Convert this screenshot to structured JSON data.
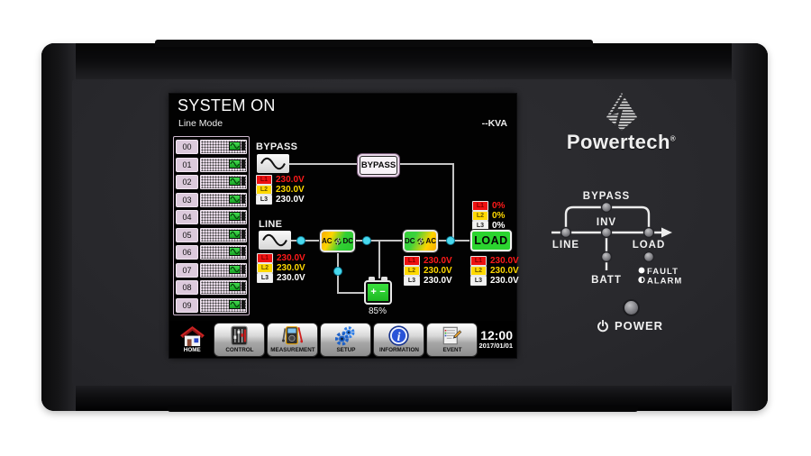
{
  "screen": {
    "title": "SYSTEM ON",
    "mode": "Line Mode",
    "kva": "--KVA",
    "modules": [
      {
        "id": "00"
      },
      {
        "id": "01"
      },
      {
        "id": "02"
      },
      {
        "id": "03"
      },
      {
        "id": "04"
      },
      {
        "id": "05"
      },
      {
        "id": "06"
      },
      {
        "id": "07"
      },
      {
        "id": "08"
      },
      {
        "id": "09"
      }
    ],
    "diagram": {
      "bypass_source_label": "BYPASS",
      "bypass_switch_label": "BYPASS",
      "line_source_label": "LINE",
      "rectifier_left": "AC",
      "rectifier_right": "DC",
      "inverter_left": "DC",
      "inverter_right": "AC",
      "load_label": "LOAD",
      "battery_plus": "+",
      "battery_minus": "−",
      "battery_charge": "85%",
      "stacks": {
        "bypass": [
          {
            "phase": "L1",
            "value": "230.0V"
          },
          {
            "phase": "L2",
            "value": "230.0V"
          },
          {
            "phase": "L3",
            "value": "230.0V"
          }
        ],
        "line": [
          {
            "phase": "L1",
            "value": "230.0V"
          },
          {
            "phase": "L2",
            "value": "230.0V"
          },
          {
            "phase": "L3",
            "value": "230.0V"
          }
        ],
        "inverter": [
          {
            "phase": "L1",
            "value": "230.0V"
          },
          {
            "phase": "L2",
            "value": "230.0V"
          },
          {
            "phase": "L3",
            "value": "230.0V"
          }
        ],
        "load": [
          {
            "phase": "L1",
            "value": "230.0V"
          },
          {
            "phase": "L2",
            "value": "230.0V"
          },
          {
            "phase": "L3",
            "value": "230.0V"
          }
        ],
        "load_percent": [
          {
            "phase": "L1",
            "value": "0%"
          },
          {
            "phase": "L2",
            "value": "0%"
          },
          {
            "phase": "L3",
            "value": "0%"
          }
        ]
      }
    },
    "toolbar": {
      "home": {
        "id": "home",
        "label": "HOME",
        "icon": "home-icon"
      },
      "buttons": [
        {
          "id": "control",
          "label": "CONTROL",
          "icon": "control-sliders-icon"
        },
        {
          "id": "measurement",
          "label": "MEASUREMENT",
          "icon": "multimeter-icon"
        },
        {
          "id": "setup",
          "label": "SETUP",
          "icon": "gears-icon"
        },
        {
          "id": "information",
          "label": "INFORMATION",
          "icon": "info-icon"
        },
        {
          "id": "event",
          "label": "EVENT",
          "icon": "event-log-icon"
        }
      ],
      "time": "12:00",
      "date": "2017/01/01"
    }
  },
  "panel": {
    "brand": "Powertech",
    "registered": "®",
    "mimic": {
      "bypass": "BYPASS",
      "inv": "INV",
      "line": "LINE",
      "load": "LOAD",
      "batt": "BATT",
      "fault": "FAULT",
      "alarm": "ALARM"
    },
    "power_label": "POWER"
  },
  "colors": {
    "phase_chip_bg": {
      "L1": "#ee1111",
      "L2": "#ffd900",
      "L3": "#f2f2f2"
    },
    "phase_chip_text": {
      "L1": "#7d0000",
      "L2": "#6d5a00",
      "L3": "#1a1a1a"
    },
    "phase_value": {
      "L1": "#ff1a1a",
      "L2": "#ffd900",
      "L3": "#ffffff"
    },
    "accent_cyan": "#47d9ee",
    "load_green": "#2bd42f",
    "wire_gray": "#c4c4c4",
    "screen_bg": "#020202"
  }
}
